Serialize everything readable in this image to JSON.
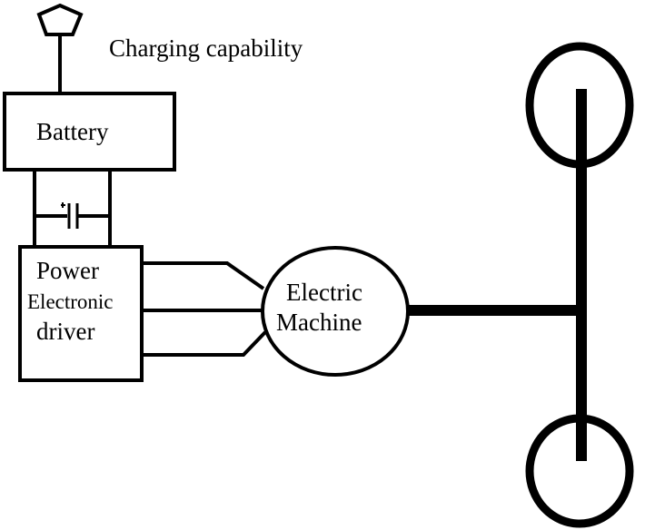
{
  "labels": {
    "charging": "Charging capability",
    "battery": "Battery",
    "driver_line1": "Power",
    "driver_line2": "Electronic",
    "driver_line3": "driver",
    "machine_line1": "Electric",
    "machine_line2": "Machine"
  },
  "colors": {
    "stroke": "#000000",
    "background": "#ffffff"
  },
  "icons": {
    "plug": "pentagon-charging-plug-icon",
    "capacitor": "capacitor-symbol-icon",
    "wheel": "wheel-icon"
  }
}
